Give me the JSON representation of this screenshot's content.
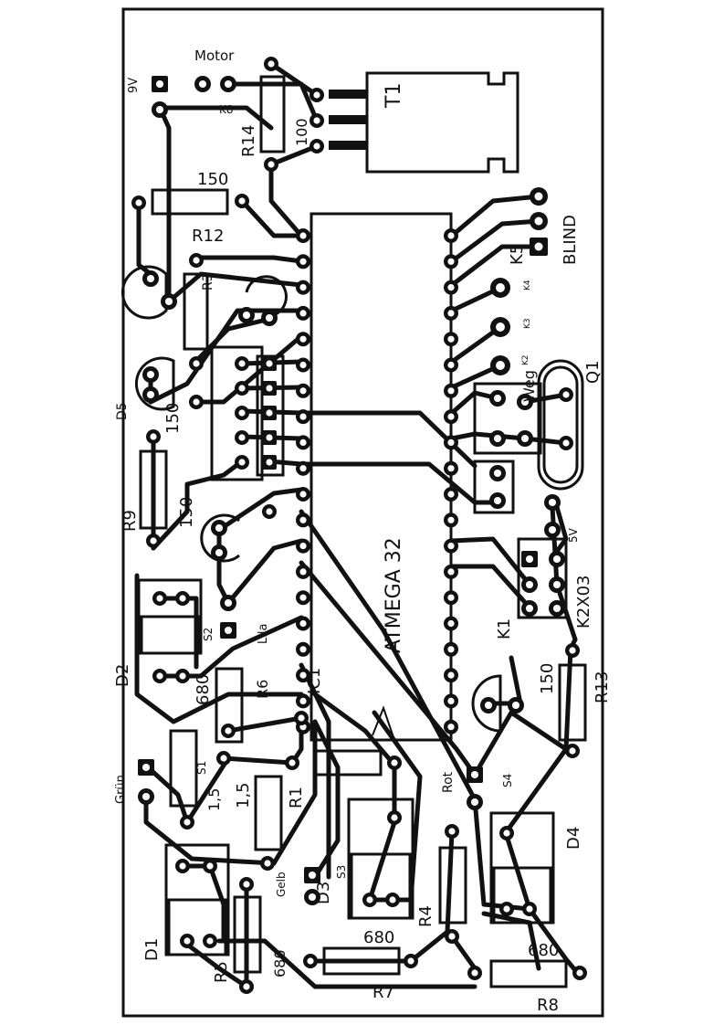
{
  "labels": {
    "motor": "Motor",
    "t1": "T1",
    "r14": "R14",
    "v100": "100",
    "nine_v": "9V",
    "k8": "K8",
    "v150_top": "150",
    "r12": "R12",
    "blind": "BLIND",
    "k5": "K5",
    "k4": "K4",
    "k3": "K3",
    "k2": "K2",
    "q1": "Q1",
    "weg": "Weg",
    "atmega": "ATMEGA 32",
    "ic1": "IC1",
    "k2x03": "K2X03",
    "k1": "K1",
    "five_v": "5V",
    "r13": "R13",
    "v150_r13": "150",
    "d5": "D5",
    "v150_r9": "150",
    "r9": "R9",
    "v150_mid": "150",
    "d2": "D2",
    "s2": "S2",
    "lila": "Lila",
    "v680_r6": "680",
    "r6": "R6",
    "gruen": "Grün",
    "s1": "S1",
    "v1_5a": "1,5",
    "v1_5b": "1,5",
    "r1": "R1",
    "rot": "Rot",
    "s4": "S4",
    "d4": "D4",
    "d1": "D1",
    "gelb": "Gelb",
    "d3": "D3",
    "s3": "S3",
    "r4": "R4",
    "v680_r7": "680",
    "r7": "R7",
    "v680_r8": "680",
    "r8": "R8",
    "r5": "R5",
    "v680_r5": "680",
    "r3": "R3"
  }
}
